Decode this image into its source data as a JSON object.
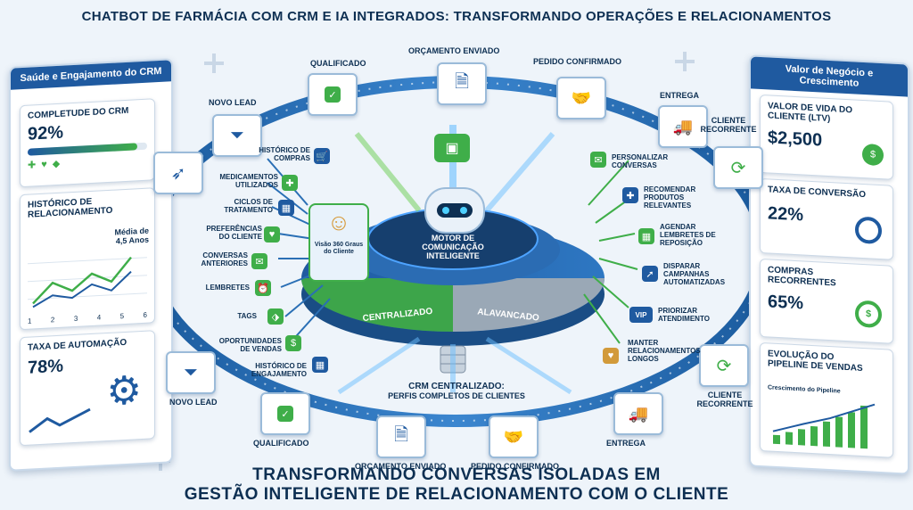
{
  "title": "CHATBOT DE FARMÁCIA COM CRM E IA INTEGRADOS: TRANSFORMANDO OPERAÇÕES E RELACIONAMENTOS",
  "left_panel": {
    "header": "Saúde e Engajamento do CRM",
    "completeness": {
      "label": "COMPLETUDE DO CRM",
      "value": "92%",
      "level": 0.92
    },
    "history": {
      "label": "HISTÓRICO DE RELACIONAMENTO",
      "note": "Média de 4,5 Anos",
      "ticks": [
        "1",
        "2",
        "3",
        "4",
        "5",
        "6"
      ]
    },
    "automation": {
      "label": "TAXA DE AUTOMAÇÃO",
      "value": "78%"
    }
  },
  "right_panel": {
    "header": "Valor de Negócio e Crescimento",
    "ltv": {
      "label": "VALOR DE VIDA DO CLIENTE (LTV)",
      "value": "$2,500"
    },
    "conversion": {
      "label": "TAXA DE CONVERSÃO",
      "value": "22%"
    },
    "repeat": {
      "label": "COMPRAS RECORRENTES",
      "value": "65%"
    },
    "pipeline": {
      "label": "EVOLUÇÃO DO PIPELINE DE VENDAS",
      "chart_label": "Crescimento do Pipeline"
    }
  },
  "top_stages": [
    "NOVO LEAD",
    "QUALIFICADO",
    "ORÇAMENTO ENVIADO",
    "PEDIDO CONFIRMADO",
    "ENTREGA",
    "CLIENTE RECORRENTE"
  ],
  "bottom_stages": [
    "NOVO LEAD",
    "QUALIFICADO",
    "ORÇAMENTO ENVIADO",
    "PEDIDO CONFIRMADO",
    "ENTREGA",
    "CLIENTE RECORRENTE"
  ],
  "left_inputs": [
    {
      "label": "HISTÓRICO DE COMPRAS",
      "icon": "cart-icon"
    },
    {
      "label": "MEDICAMENTOS UTILIZADOS",
      "icon": "pill-bottle-icon"
    },
    {
      "label": "CICLOS DE TRATAMENTO",
      "icon": "calendar-icon"
    },
    {
      "label": "PREFERÊNCIAS DO CLIENTE",
      "icon": "heart-icon"
    },
    {
      "label": "CONVERSAS ANTERIORES",
      "icon": "chat-icon"
    },
    {
      "label": "LEMBRETES",
      "icon": "alarm-icon"
    },
    {
      "label": "TAGS",
      "icon": "tag-icon"
    },
    {
      "label": "OPORTUNIDADES DE VENDAS",
      "icon": "money-bag-icon"
    },
    {
      "label": "HISTÓRICO DE ENGAJAMENTO",
      "icon": "calendar-icon"
    }
  ],
  "right_outputs": [
    {
      "label": "PERSONALIZAR CONVERSAS",
      "icon": "chat-icon"
    },
    {
      "label": "RECOMENDAR PRODUTOS RELEVANTES",
      "icon": "pill-bottle-icon"
    },
    {
      "label": "AGENDAR LEMBRETES DE REPOSIÇÃO",
      "icon": "calendar-icon"
    },
    {
      "label": "DISPARAR CAMPANHAS AUTOMATIZADAS",
      "icon": "rocket-icon"
    },
    {
      "label": "PRIORIZAR ATENDIMENTO",
      "icon": "vip-icon"
    },
    {
      "label": "MANTER RELACIONAMENTOS LONGOS",
      "icon": "handshake-icon"
    }
  ],
  "center": {
    "view_label": "Visão 360 Graus do Cliente",
    "engine_label": "MOTOR DE COMUNICAÇÃO INTELIGENTE",
    "seg_left": "CENTRALIZADO",
    "seg_right": "ALAVANCADO"
  },
  "crm_caption": {
    "line1": "CRM CENTRALIZADO:",
    "line2": "PERFIS COMPLETOS DE CLIENTES"
  },
  "bottom_title": {
    "line1": "TRANSFORMANDO CONVERSAS ISOLADAS EM",
    "line2": "GESTÃO INTELIGENTE DE RELACIONAMENTO COM O CLIENTE"
  },
  "colors": {
    "navy": "#0d2f52",
    "blue": "#1f5aa0",
    "green": "#3fae49",
    "ring": "#2a6fb5"
  }
}
